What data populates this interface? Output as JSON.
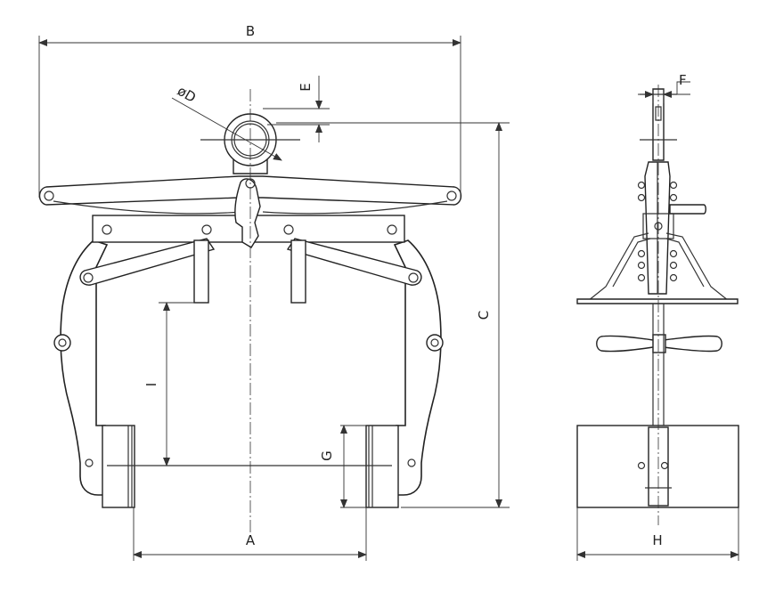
{
  "dimension_labels": {
    "A": "A",
    "B": "B",
    "C": "C",
    "D": "øD",
    "E": "E",
    "F": "F",
    "G": "G",
    "H": "H",
    "I": "I"
  },
  "colors": {
    "line": "#222222",
    "background": "#ffffff"
  }
}
